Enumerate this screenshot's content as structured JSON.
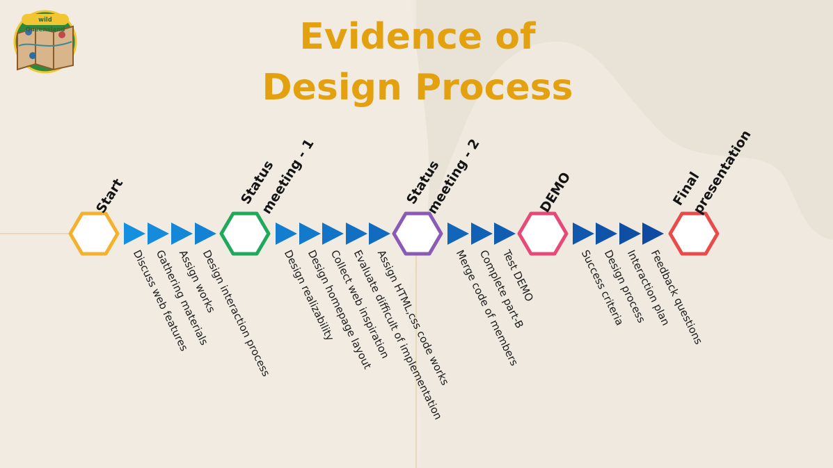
{
  "title": {
    "line1": "Evidence of",
    "line2": "Design Process"
  },
  "logo": {
    "text": "wild Queensland",
    "icon": "map-badge-icon"
  },
  "colors": {
    "title": "#e3a10f",
    "background": "#efe9df",
    "start": "#f2b12f",
    "status1": "#20a85c",
    "status2": "#8a5ab5",
    "demo": "#e54a78",
    "final": "#e94b4b",
    "arrow_light": "#1590e0",
    "arrow_dark": "#0e4aa0"
  },
  "milestones": [
    {
      "id": "start",
      "label": "Start"
    },
    {
      "id": "status1",
      "label_line1": "Status",
      "label_line2": "meeting - 1"
    },
    {
      "id": "status2",
      "label_line1": "Status",
      "label_line2": "meeting - 2"
    },
    {
      "id": "demo",
      "label": "DEMO"
    },
    {
      "id": "final",
      "label_line1": "Final",
      "label_line2": "presentation"
    }
  ],
  "tasks": {
    "phase1": [
      "Discuss web features",
      "Gathering materials",
      "Assign works",
      "Design interaction process"
    ],
    "phase2": [
      "Design realizability",
      "Design homepage layout",
      "Collect web inspiration",
      "Evaluate difficult of implementation",
      "Assign HTML,css code works"
    ],
    "phase3": [
      "Merge code of members",
      "Complete part-B",
      "Test DEMO"
    ],
    "phase4": [
      "Success criteria",
      "Design process",
      "Interaction plan",
      "Feedback questions"
    ]
  }
}
